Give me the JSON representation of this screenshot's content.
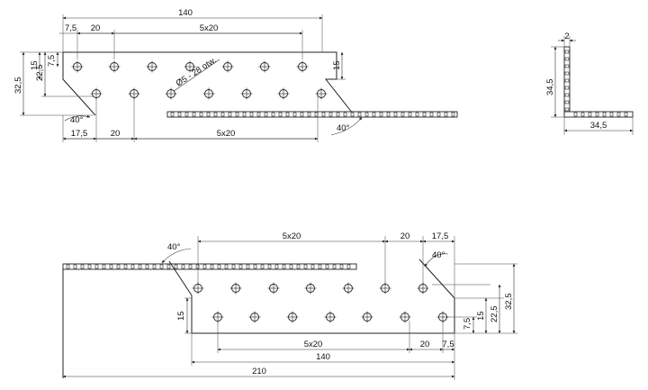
{
  "top_view": {
    "dims": {
      "overall": "140",
      "first_offset": "7,5",
      "pitch": "20",
      "pitch_group": "5x20",
      "edge_small": "7,5",
      "row_gap": "15",
      "row_depth": "22,5",
      "total_height": "32,5",
      "right_height": "15",
      "angle_left": "40°",
      "angle_right": "40°",
      "bottom_first": "17,5",
      "bottom_pitch": "20",
      "bottom_group": "5x20"
    },
    "holes_label": "Ø5 - 28 otw."
  },
  "profile": {
    "thickness": "2",
    "leg_vertical": "34,5",
    "leg_horizontal": "34,5"
  },
  "bottom_view": {
    "dims": {
      "top_group": "5x20",
      "top_pitch": "20",
      "top_last": "17,5",
      "angle_left": "40°",
      "angle_right": "40°",
      "left_height": "15",
      "edge_small": "7,5",
      "row_gap": "15",
      "row_depth": "22,5",
      "total_height": "32,5",
      "bottom_group": "5x20",
      "bottom_pitch": "20",
      "bottom_last": "7,5",
      "base": "140",
      "total": "210"
    }
  }
}
